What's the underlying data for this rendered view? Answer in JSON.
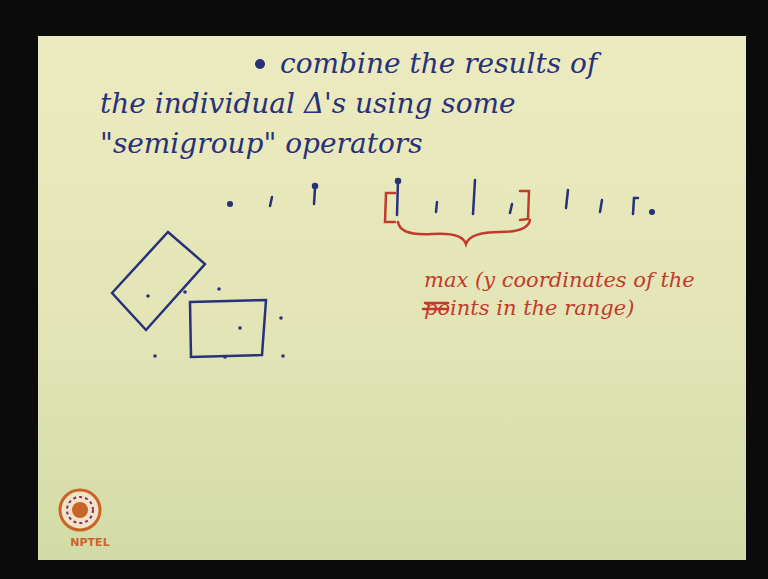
{
  "diagram": {
    "labels": [
      "combine the results of the individual Δ's using some \"semigroup\" operators",
      "max (y coordinates of the points in the range)",
      "NPTEL"
    ]
  }
}
